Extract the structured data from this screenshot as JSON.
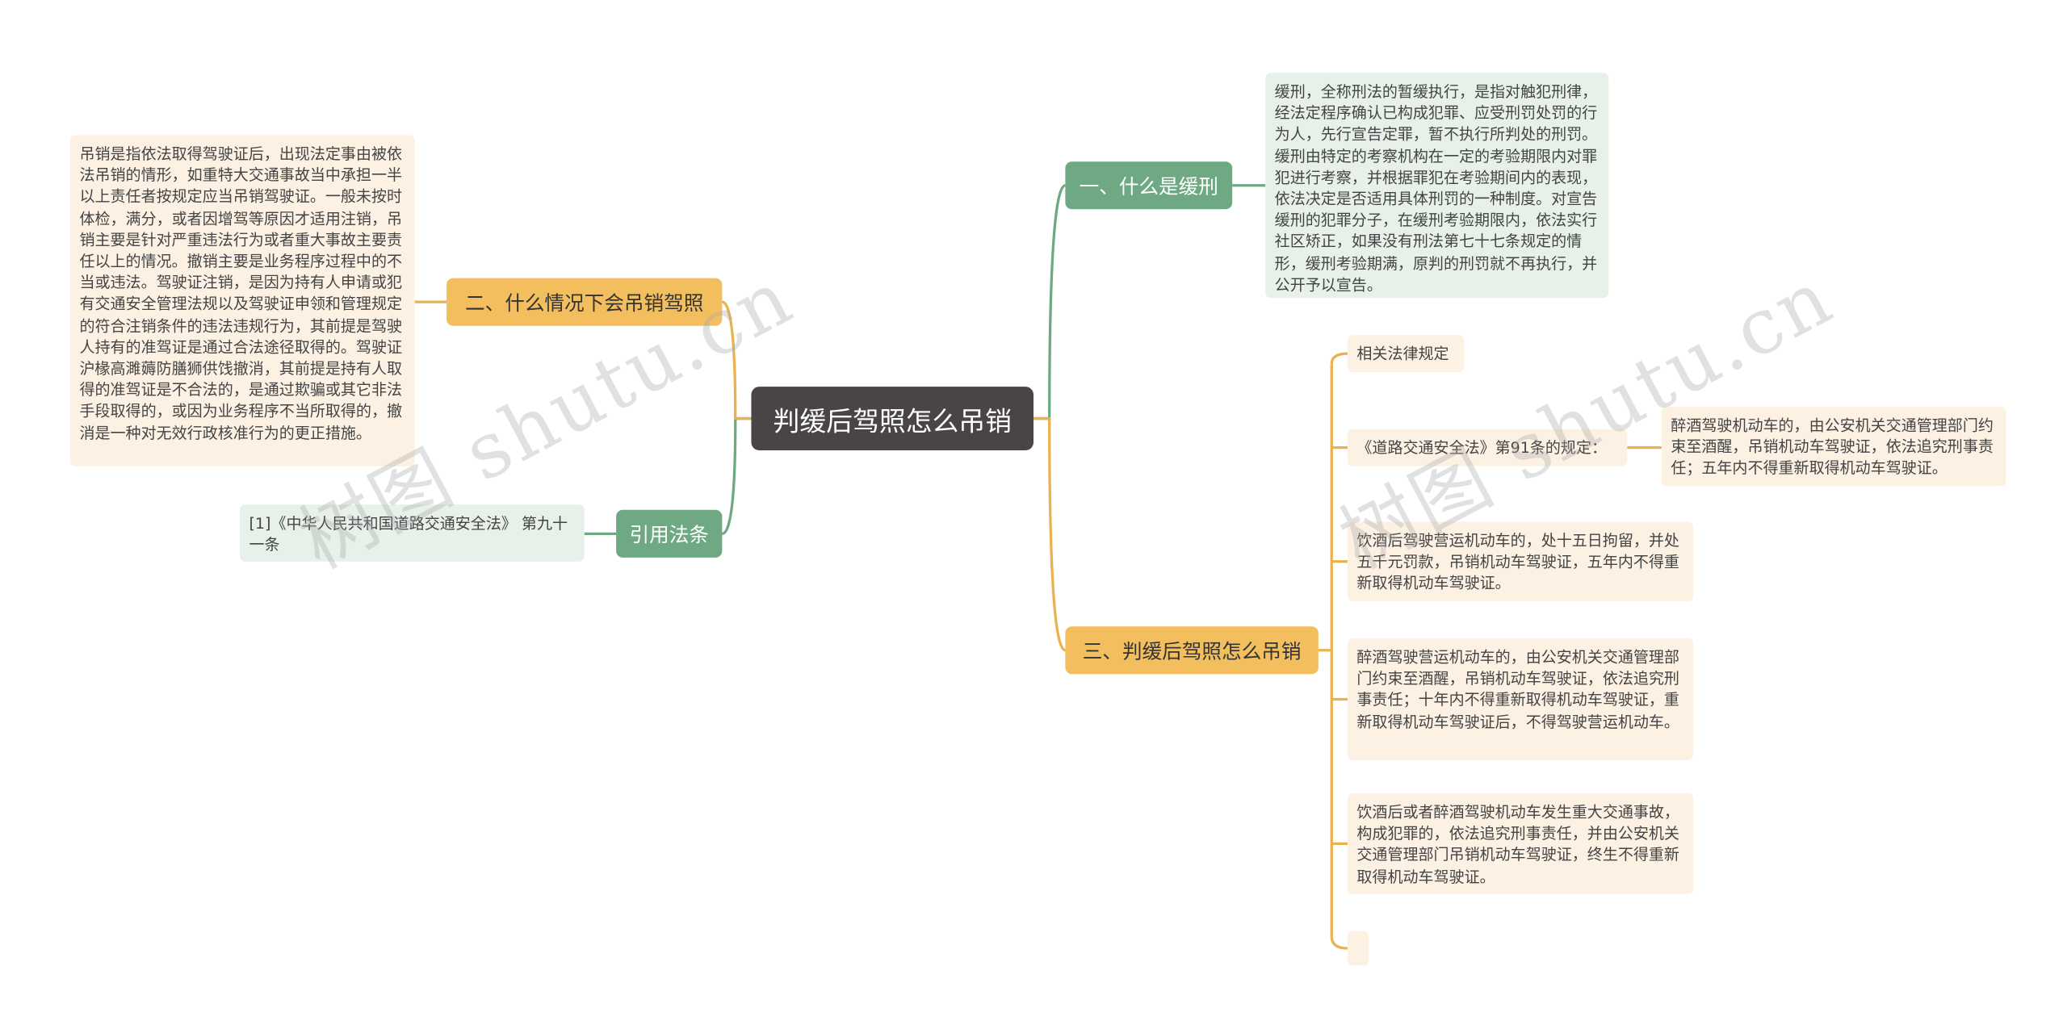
{
  "watermark": "树图 shutu.cn",
  "colors": {
    "root_bg": "#4a4545",
    "green_branch": "#6ea983",
    "orange_branch": "#f3be5e",
    "orange_leaf": "#fdf1e3",
    "green_leaf": "#e7f1ea",
    "green_line": "#6ea983",
    "orange_line": "#e9b24f"
  },
  "root": {
    "label": "判缓后驾照怎么吊销"
  },
  "branches": {
    "b1": {
      "label": "一、什么是缓刑",
      "note": "缓刑，全称刑法的暂缓执行，是指对触犯刑律，经法定程序确认已构成犯罪、应受刑罚处罚的行为人，先行宣告定罪，暂不执行所判处的刑罚。缓刑由特定的考察机构在一定的考验期限内对罪犯进行考察，并根据罪犯在考验期间内的表现，依法决定是否适用具体刑罚的一种制度。对宣告缓刑的犯罪分子，在缓刑考验期限内，依法实行社区矫正，如果没有刑法第七十七条规定的情形，缓刑考验期满，原判的刑罚就不再执行，并公开予以宣告。"
    },
    "b2": {
      "label": "二、什么情况下会吊销驾照",
      "note": "吊销是指依法取得驾驶证后，出现法定事由被依法吊销的情形，如重特大交通事故当中承担一半以上责任者按规定应当吊销驾驶证。一般未按时体检，满分，或者因增驾等原因才适用注销，吊销主要是针对严重违法行为或者重大事故主要责任以上的情况。撤销主要是业务程序过程中的不当或违法。驾驶证注销，是因为持有人申请或犯有交通安全管理法规以及驾驶证申领和管理规定的符合注销条件的违法违规行为，其前提是驾驶人持有的准驾证是通过合法途径取得的。驾驶证沪椽高濉薅防膳狮供饯撤消，其前提是持有人取得的准驾证是不合法的，是通过欺骗或其它非法手段取得的，或因为业务程序不当所取得的，撤消是一种对无效行政核准行为的更正措施。"
    },
    "b3": {
      "label": "三、判缓后驾照怎么吊销",
      "items": [
        "相关法律规定",
        "《道路交通安全法》第91条的规定：",
        "饮酒后驾驶营运机动车的，处十五日拘留，并处五千元罚款，吊销机动车驾驶证，五年内不得重新取得机动车驾驶证。",
        "醉酒驾驶营运机动车的，由公安机关交通管理部门约束至酒醒，吊销机动车驾驶证，依法追究刑事责任；十年内不得重新取得机动车驾驶证，重新取得机动车驾驶证后，不得驾驶营运机动车。",
        "饮酒后或者醉酒驾驶机动车发生重大交通事故，构成犯罪的，依法追究刑事责任，并由公安机关交通管理部门吊销机动车驾驶证，终生不得重新取得机动车驾驶证。",
        ""
      ],
      "sub_note": "醉酒驾驶机动车的，由公安机关交通管理部门约束至酒醒，吊销机动车驾驶证，依法追究刑事责任；五年内不得重新取得机动车驾驶证。"
    },
    "b4": {
      "label": "引用法条",
      "note": "[1]《中华人民共和国道路交通安全法》 第九十一条"
    }
  }
}
